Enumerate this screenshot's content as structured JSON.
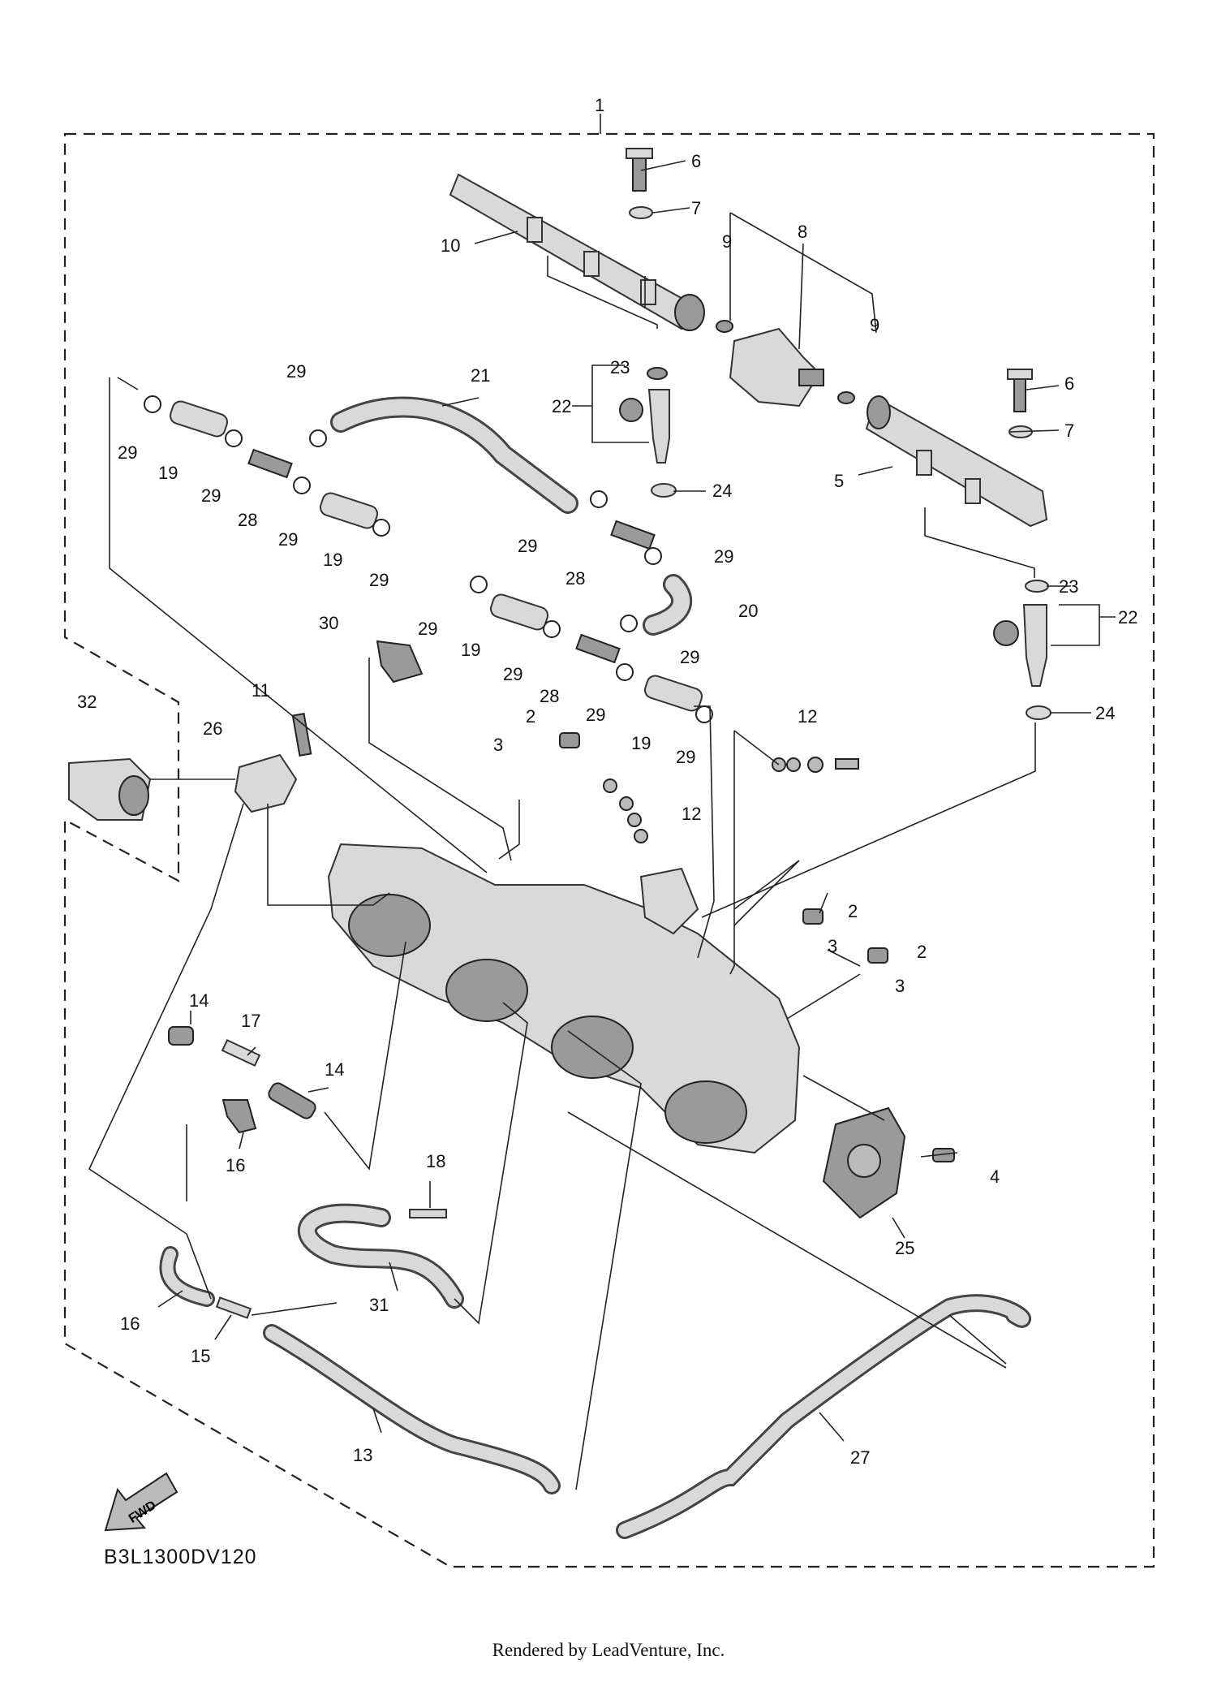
{
  "diagram_code": "B3L1300DV120",
  "footer_text": "Rendered by LeadVenture, Inc.",
  "fwd_label": "FWD",
  "callouts": [
    {
      "id": "c1",
      "text": "1"
    },
    {
      "id": "c6a",
      "text": "6"
    },
    {
      "id": "c7a",
      "text": "7"
    },
    {
      "id": "c8",
      "text": "8"
    },
    {
      "id": "c9a",
      "text": "9"
    },
    {
      "id": "c9b",
      "text": "9"
    },
    {
      "id": "c10",
      "text": "10"
    },
    {
      "id": "c23a",
      "text": "23"
    },
    {
      "id": "c22a",
      "text": "22"
    },
    {
      "id": "c24a",
      "text": "24"
    },
    {
      "id": "c6b",
      "text": "6"
    },
    {
      "id": "c7b",
      "text": "7"
    },
    {
      "id": "c5",
      "text": "5"
    },
    {
      "id": "c23b",
      "text": "23"
    },
    {
      "id": "c22b",
      "text": "22"
    },
    {
      "id": "c24b",
      "text": "24"
    },
    {
      "id": "c29a",
      "text": "29"
    },
    {
      "id": "c29b",
      "text": "29"
    },
    {
      "id": "c21",
      "text": "21"
    },
    {
      "id": "c19a",
      "text": "19"
    },
    {
      "id": "c29c",
      "text": "29"
    },
    {
      "id": "c28a",
      "text": "28"
    },
    {
      "id": "c29d",
      "text": "29"
    },
    {
      "id": "c19b",
      "text": "19"
    },
    {
      "id": "c29e",
      "text": "29"
    },
    {
      "id": "c29f",
      "text": "29"
    },
    {
      "id": "c28b",
      "text": "28"
    },
    {
      "id": "c29g",
      "text": "29"
    },
    {
      "id": "c20",
      "text": "20"
    },
    {
      "id": "c30",
      "text": "30"
    },
    {
      "id": "c29h",
      "text": "29"
    },
    {
      "id": "c19c",
      "text": "19"
    },
    {
      "id": "c29i",
      "text": "29"
    },
    {
      "id": "c29j",
      "text": "29"
    },
    {
      "id": "c28c",
      "text": "28"
    },
    {
      "id": "c29k",
      "text": "29"
    },
    {
      "id": "c19d",
      "text": "19"
    },
    {
      "id": "c29l",
      "text": "29"
    },
    {
      "id": "c32",
      "text": "32"
    },
    {
      "id": "c11",
      "text": "11"
    },
    {
      "id": "c26",
      "text": "26"
    },
    {
      "id": "c2a",
      "text": "2"
    },
    {
      "id": "c3a",
      "text": "3"
    },
    {
      "id": "c12a",
      "text": "12"
    },
    {
      "id": "c12b",
      "text": "12"
    },
    {
      "id": "c2b",
      "text": "2"
    },
    {
      "id": "c3b",
      "text": "3"
    },
    {
      "id": "c2c",
      "text": "2"
    },
    {
      "id": "c3c",
      "text": "3"
    },
    {
      "id": "c14a",
      "text": "14"
    },
    {
      "id": "c17",
      "text": "17"
    },
    {
      "id": "c14b",
      "text": "14"
    },
    {
      "id": "c16a",
      "text": "16"
    },
    {
      "id": "c18",
      "text": "18"
    },
    {
      "id": "c4",
      "text": "4"
    },
    {
      "id": "c25",
      "text": "25"
    },
    {
      "id": "c31",
      "text": "31"
    },
    {
      "id": "c16b",
      "text": "16"
    },
    {
      "id": "c15",
      "text": "15"
    },
    {
      "id": "c13",
      "text": "13"
    },
    {
      "id": "c27",
      "text": "27"
    }
  ]
}
